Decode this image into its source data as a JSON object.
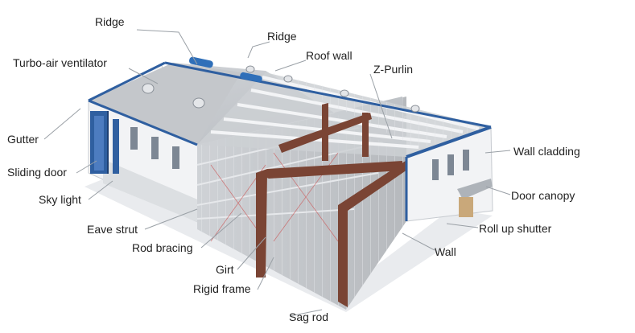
{
  "labels": {
    "ridge_left": "Ridge",
    "ridge_right": "Ridge",
    "roof_wall": "Roof wall",
    "turbo_ventilator": "Turbo-air ventilator",
    "z_purlin": "Z-Purlin",
    "gutter": "Gutter",
    "sliding_door": "Sliding door",
    "sky_light": "Sky light",
    "eave_strut": "Eave strut",
    "rod_bracing": "Rod bracing",
    "girt": "Girt",
    "rigid_frame": "Rigid frame",
    "sag_rod": "Sag rod",
    "wall_cladding": "Wall cladding",
    "door_canopy": "Door canopy",
    "roll_up_shutter": "Roll up shutter",
    "wall": "Wall"
  },
  "colors": {
    "trim": "#2f5fa0",
    "roof": "#b9bdc2",
    "wall": "#f1f3f5",
    "frame": "#7a4434",
    "leader": "#9aa0a6",
    "label_text": "#222222"
  }
}
